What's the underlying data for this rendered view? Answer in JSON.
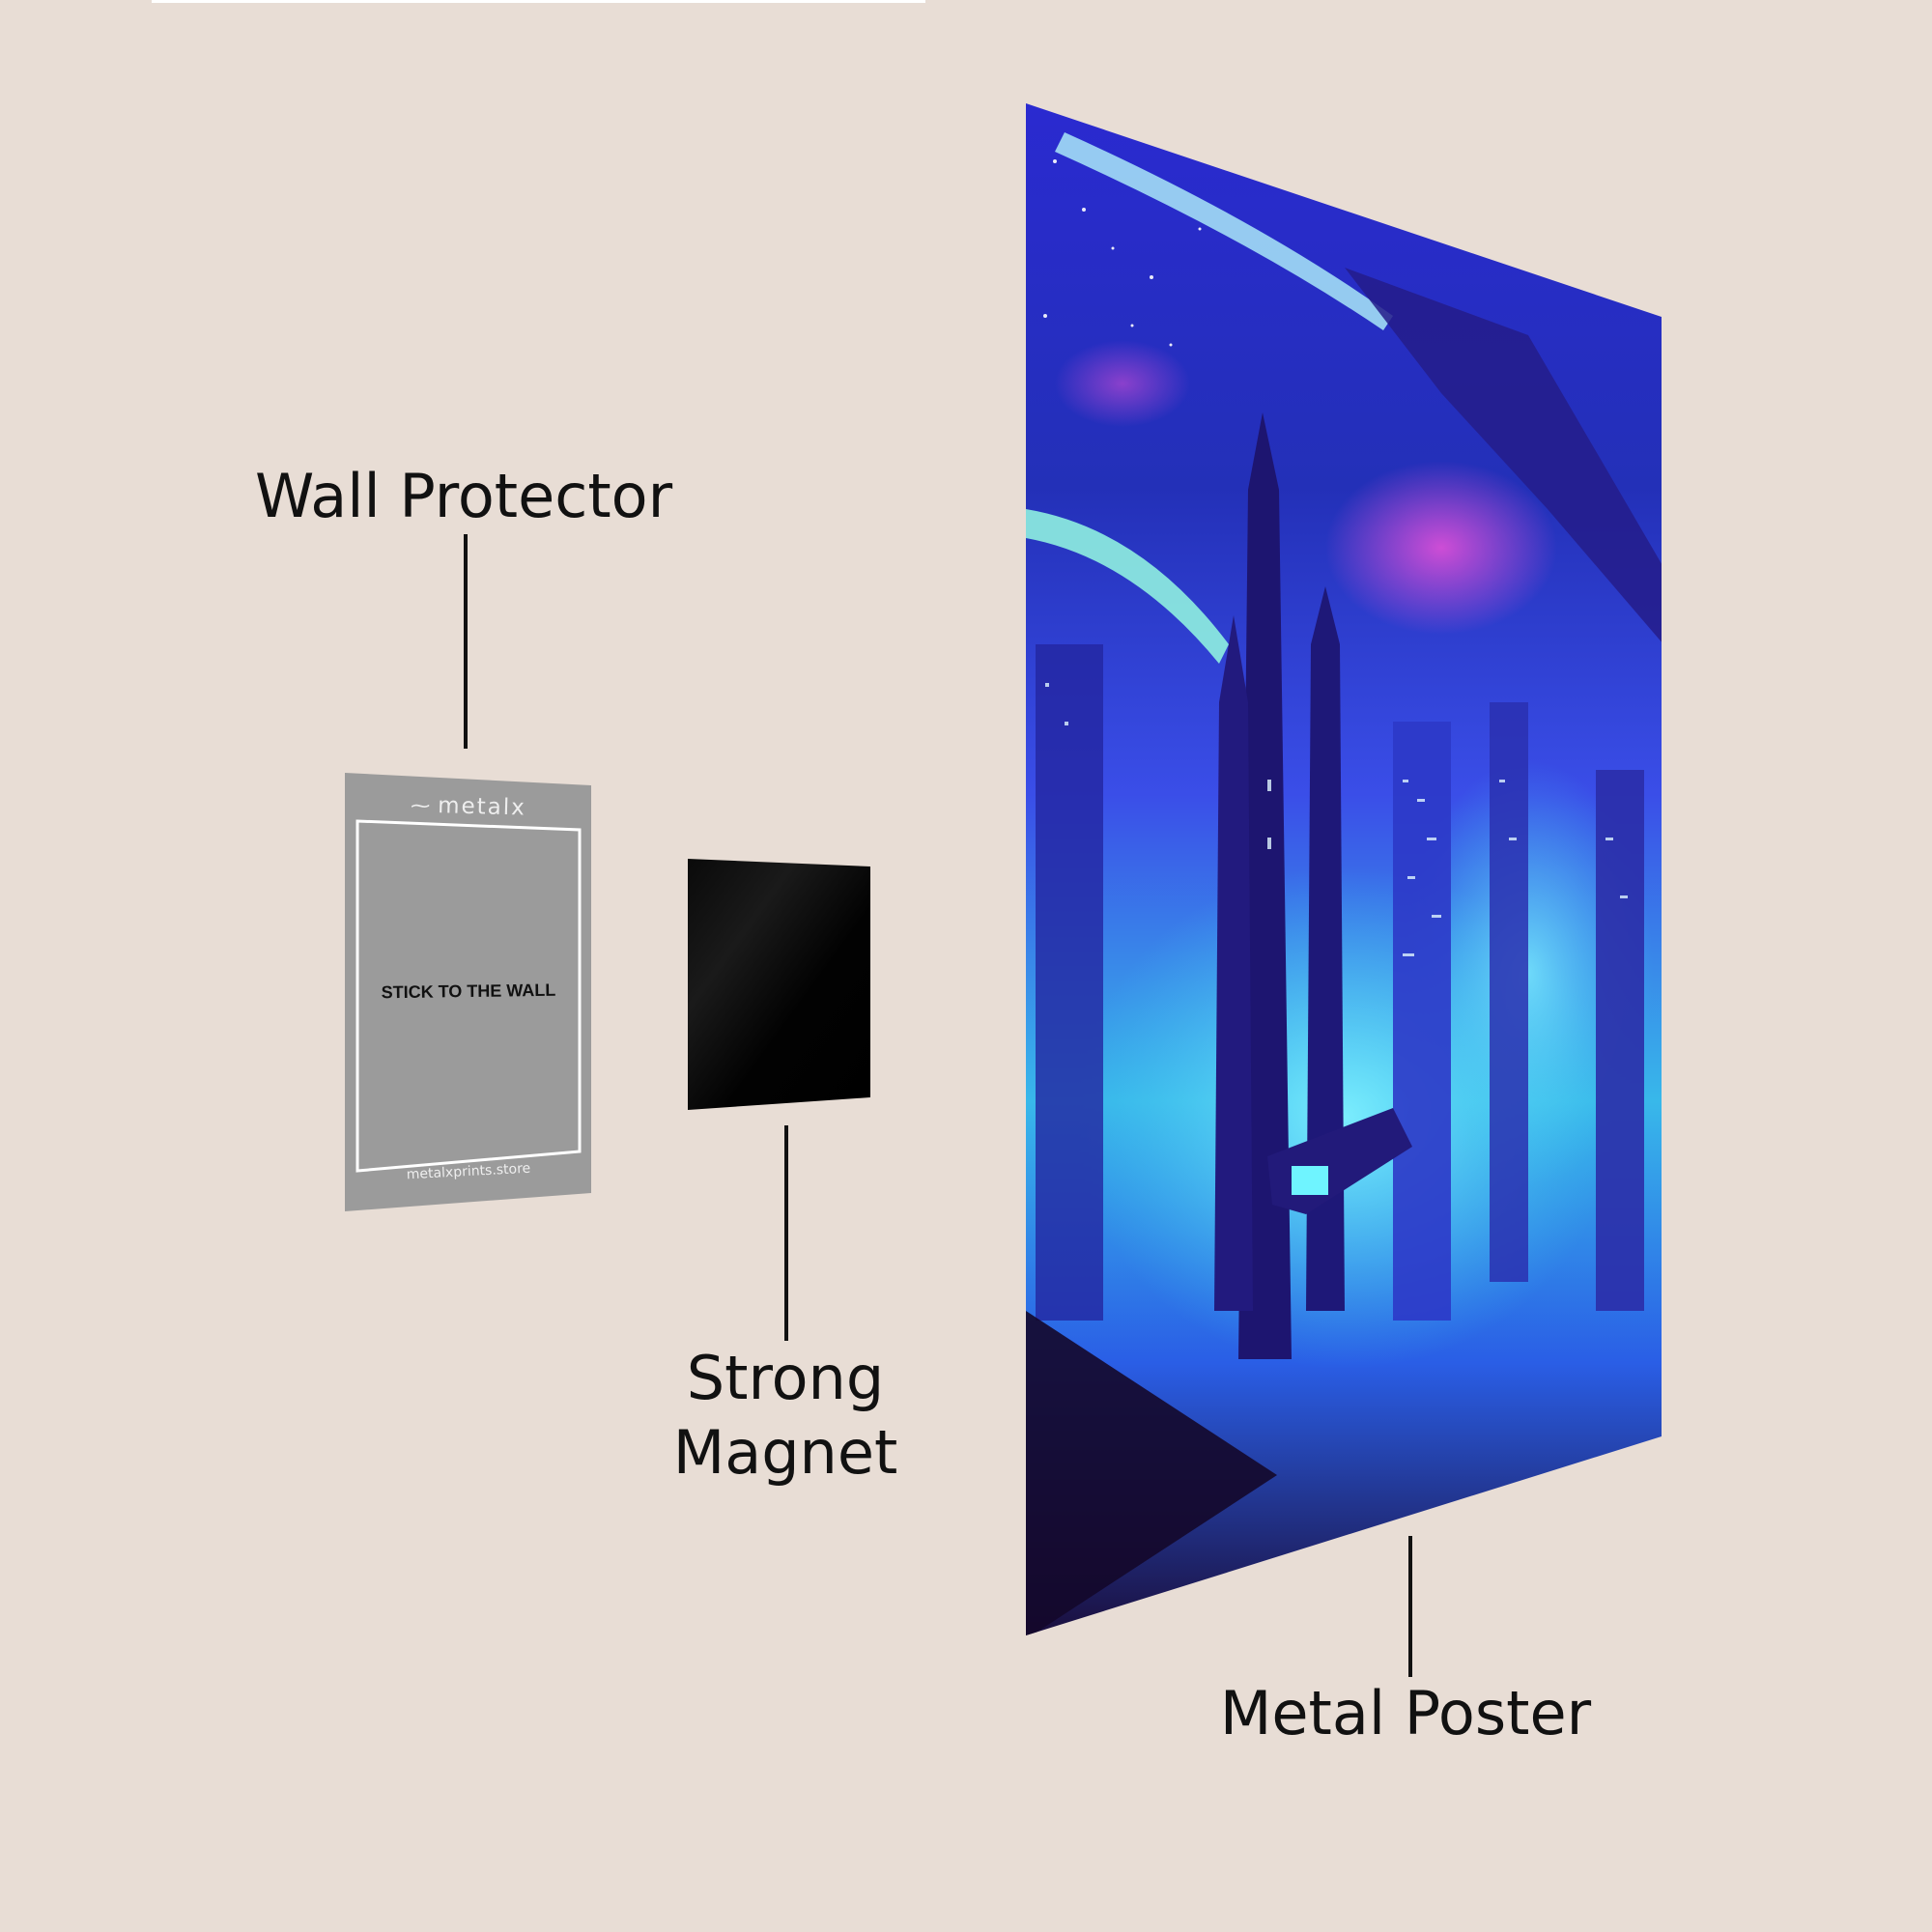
{
  "labels": {
    "wall_protector": "Wall Protector",
    "strong_magnet_line1": "Strong",
    "strong_magnet_line2": "Magnet",
    "metal_poster": "Metal Poster"
  },
  "protector": {
    "brand": "metalx",
    "brand_icon": "metalx-logo-icon",
    "center_text": "STICK TO THE WALL",
    "url": "metalxprints.store",
    "fill_color": "#9b9b9b",
    "frame_color": "#ffffff"
  },
  "magnet": {
    "color": "#050505"
  },
  "poster": {
    "subject": "neon cyberpunk city skyline with skyscrapers, flying ships and a ringed planet",
    "palette": [
      "#1a1aa8",
      "#2f3ef0",
      "#5ad8f0",
      "#c040d0",
      "#20104a"
    ]
  },
  "colors": {
    "background": "#e8ddd5",
    "text": "#111111",
    "accent_top_bar": "#ffffff"
  }
}
